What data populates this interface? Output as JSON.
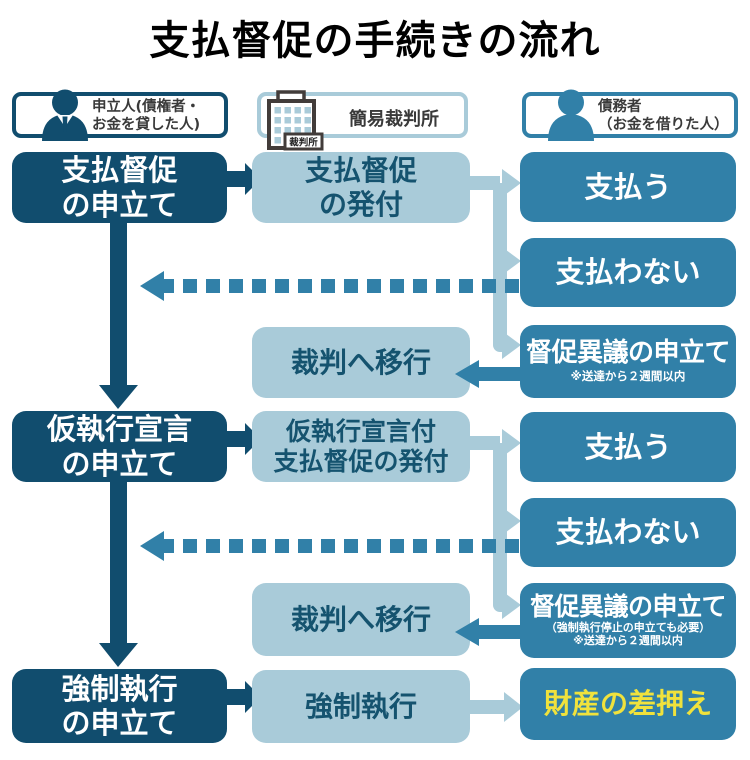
{
  "title": "支払督促の手続きの流れ",
  "colors": {
    "dark_navy": "#114d6e",
    "mid_blue": "#3180a8",
    "light_blue": "#a9cbd9",
    "yellow": "#f0e23c",
    "header_text": "#3a3a3a",
    "icon_outline": "#423c3a"
  },
  "headers": {
    "applicant": {
      "line1": "申立人(債権者・",
      "line2": "お金を貸した人)"
    },
    "court": {
      "name": "簡易裁判所",
      "icon_label": "裁判所"
    },
    "debtor": {
      "line1": "債務者",
      "line2": "（お金を借りた人）"
    }
  },
  "stage1": {
    "apply_line1": "支払督促",
    "apply_line2": "の申立て",
    "issue_line1": "支払督促",
    "issue_line2": "の発付",
    "pay": "支払う",
    "not_pay": "支払わない",
    "objection_title": "督促異議の申立て",
    "objection_note": "※送達から２週間以内",
    "to_trial": "裁判へ移行"
  },
  "stage2": {
    "apply_line1": "仮執行宣言",
    "apply_line2": "の申立て",
    "issue_line1": "仮執行宣言付",
    "issue_line2": "支払督促の発付",
    "pay": "支払う",
    "not_pay": "支払わない",
    "objection_title": "督促異議の申立て",
    "objection_note1": "（強制執行停止の申立ても必要）",
    "objection_note2": "※送達から２週間以内",
    "to_trial": "裁判へ移行"
  },
  "stage3": {
    "apply_line1": "強制執行",
    "apply_line2": "の申立て",
    "execute": "強制執行",
    "seizure": "財産の差押え"
  }
}
